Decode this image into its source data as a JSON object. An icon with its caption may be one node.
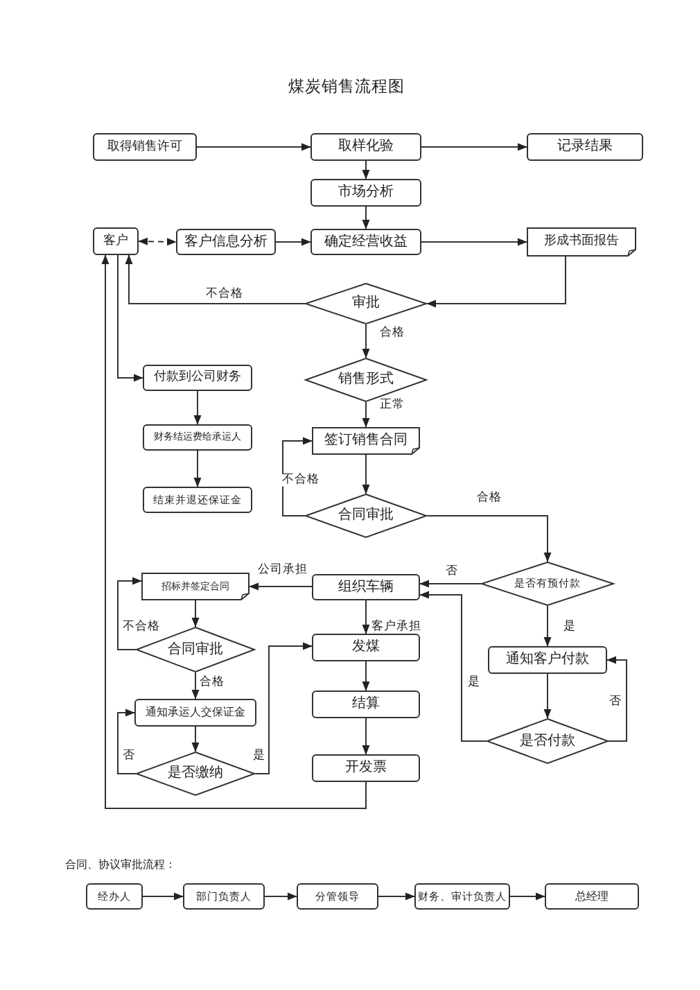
{
  "diagram": {
    "title": "煤炭销售流程图",
    "nodes": [
      {
        "text": [
          "取得销售许可"
        ]
      },
      {
        "text": [
          "取样化验"
        ]
      },
      {
        "text": [
          "记录结果"
        ]
      },
      {
        "text": [
          "市场分析"
        ]
      },
      {
        "text": [
          "客户"
        ]
      },
      {
        "text": [
          "客户信息分析"
        ]
      },
      {
        "text": [
          "确定经营收益"
        ]
      },
      {
        "text": [
          "形成书面报告"
        ]
      },
      {
        "text": [
          "审批"
        ]
      },
      {
        "text": [
          "销售形式"
        ]
      },
      {
        "text": [
          "付款到公司财务"
        ]
      },
      {
        "text": [
          "财务结运费给承运人"
        ]
      },
      {
        "text": [
          "签订销售合同"
        ]
      },
      {
        "text": [
          "结束并退还保证金"
        ]
      },
      {
        "text": [
          "合同审批"
        ]
      },
      {
        "text": [
          "是否有预付款"
        ]
      },
      {
        "text": [
          "招标并签定合同"
        ]
      },
      {
        "text": [
          "组织车辆"
        ]
      },
      {
        "text": [
          "合同审批"
        ]
      },
      {
        "text": [
          "发煤"
        ]
      },
      {
        "text": [
          "通知客户付款"
        ]
      },
      {
        "text": [
          "结算"
        ]
      },
      {
        "text": [
          "通知承运人交保证金"
        ]
      },
      {
        "text": [
          "是否付款"
        ]
      },
      {
        "text": [
          "是否缴纳"
        ]
      },
      {
        "text": [
          "开发票"
        ]
      },
      {
        "text": [
          "经办人"
        ]
      },
      {
        "text": [
          "部门负责人"
        ]
      },
      {
        "text": [
          "分管领导"
        ]
      },
      {
        "text": [
          "财务、审计负责人"
        ]
      },
      {
        "text": [
          "总经理"
        ]
      }
    ],
    "edges": [
      {
        "from": 0,
        "to": 1,
        "arrow": "to"
      },
      {
        "from": 1,
        "to": 2,
        "arrow": "to"
      },
      {
        "from": 1,
        "to": 3,
        "arrow": "to"
      },
      {
        "from": 3,
        "to": 6,
        "arrow": "to"
      },
      {
        "from": 4,
        "to": 5,
        "arrow": "both",
        "style": "dashed"
      },
      {
        "from": 5,
        "to": 6,
        "arrow": "to"
      },
      {
        "from": 6,
        "to": 7,
        "arrow": "to"
      },
      {
        "from": 7,
        "to": 8,
        "arrow": "to"
      },
      {
        "from": 8,
        "to": 4,
        "arrow": "to",
        "label": "不合格"
      },
      {
        "from": 8,
        "to": 9,
        "arrow": "to",
        "label": "合格"
      },
      {
        "from": 4,
        "to": 10,
        "arrow": "to"
      },
      {
        "from": 10,
        "to": 11,
        "arrow": "to"
      },
      {
        "from": 11,
        "to": 13,
        "arrow": "to"
      },
      {
        "from": 9,
        "to": 12,
        "arrow": "to",
        "label": "正常"
      },
      {
        "from": 12,
        "to": 14,
        "arrow": "to"
      },
      {
        "from": 14,
        "to": 12,
        "arrow": "to",
        "label": "不合格"
      },
      {
        "from": 14,
        "to": 15,
        "arrow": "to",
        "label": "合格"
      },
      {
        "from": 15,
        "to": 17,
        "arrow": "to",
        "label": "否"
      },
      {
        "from": 15,
        "to": 20,
        "arrow": "to",
        "label": "是"
      },
      {
        "from": 17,
        "to": 16,
        "arrow": "to",
        "label": "公司承担"
      },
      {
        "from": 17,
        "to": 19,
        "arrow": "to",
        "label": "客户承担"
      },
      {
        "from": 16,
        "to": 18,
        "arrow": "to"
      },
      {
        "from": 18,
        "to": 16,
        "arrow": "to",
        "label": "不合格"
      },
      {
        "from": 18,
        "to": 22,
        "arrow": "to",
        "label": "合格"
      },
      {
        "from": 22,
        "to": 24,
        "arrow": "to"
      },
      {
        "from": 24,
        "to": 22,
        "arrow": "to",
        "label": "否"
      },
      {
        "from": 24,
        "to": 19,
        "arrow": "to",
        "label": "是"
      },
      {
        "from": 20,
        "to": 23,
        "arrow": "to"
      },
      {
        "from": 23,
        "to": 20,
        "arrow": "to",
        "label": "否"
      },
      {
        "from": 23,
        "to": 17,
        "arrow": "to",
        "label": "是"
      },
      {
        "from": 19,
        "to": 21,
        "arrow": "to"
      },
      {
        "from": 21,
        "to": 25,
        "arrow": "to"
      },
      {
        "from": 25,
        "to": 4,
        "arrow": "to"
      },
      {
        "from": 26,
        "to": 27,
        "arrow": "to"
      },
      {
        "from": 27,
        "to": 28,
        "arrow": "to"
      },
      {
        "from": 28,
        "to": 29,
        "arrow": "to"
      },
      {
        "from": 29,
        "to": 30,
        "arrow": "to"
      }
    ],
    "labels": [
      "合同、协议审批流程："
    ]
  }
}
